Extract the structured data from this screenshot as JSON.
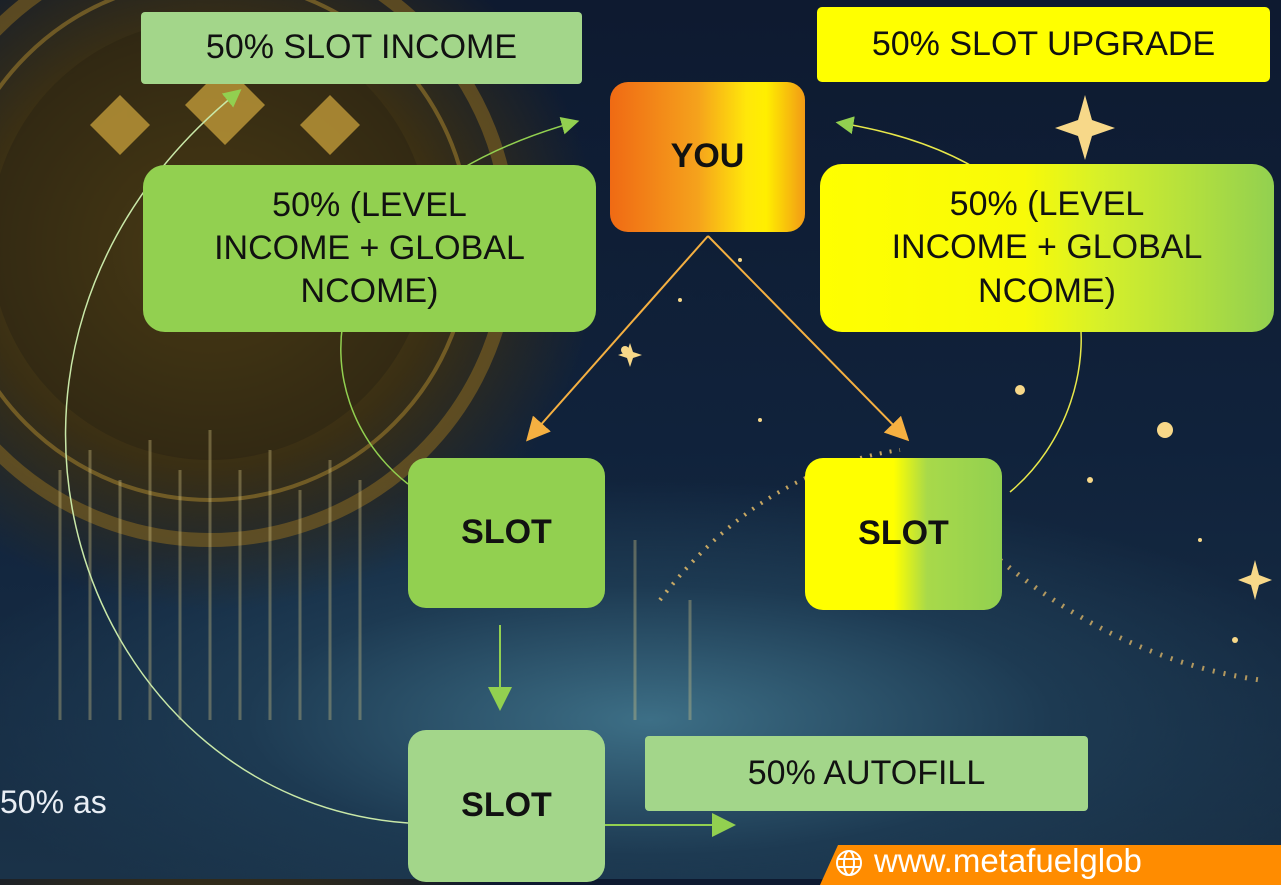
{
  "labels": {
    "slot_income": "50% SLOT INCOME",
    "slot_upgrade": "50% SLOT UPGRADE",
    "autofill": "50% AUTOFILL"
  },
  "nodes": {
    "you": "YOU",
    "slot_left": "SLOT",
    "slot_right": "SLOT",
    "slot_bottom": "SLOT"
  },
  "level_boxes": {
    "left": {
      "line1": "50% (LEVEL",
      "line2": "INCOME + GLOBAL",
      "line3": "NCOME)"
    },
    "right": {
      "line1": "50% (LEVEL",
      "line2": "INCOME + GLOBAL",
      "line3": "NCOME)"
    }
  },
  "partial_text": "50% as",
  "footer": {
    "url": "www.metafuelglob",
    "icon": "globe-icon"
  },
  "colors": {
    "green": "#92d050",
    "light_green": "#a3d68a",
    "yellow": "#ffff00",
    "orange": "#ff8c00",
    "arrow_orange": "#f5b041"
  }
}
